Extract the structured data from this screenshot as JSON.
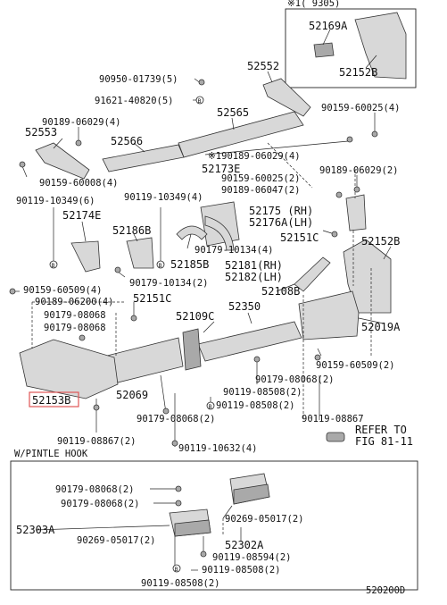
{
  "labels": {
    "p52169A": "52169A",
    "p52152B_top": "52152B",
    "p9305": "9305)",
    "p90950_01739": "90950-01739(5)",
    "p52552": "52552",
    "p91621_40820": "91621-40820(5)",
    "p90189_06029_4a": "90189-06029(4)",
    "p52565": "52565",
    "p90159_60025_4": "90159-60025(4)",
    "p52553": "52553",
    "p52566": "52566",
    "p90189_06029_4b": "※190189-06029(4)",
    "p52173E": "52173E",
    "p90189_06029_2": "90189-06029(2)",
    "p90159_60008": "90159-60008(4)",
    "p90159_60025_2": "90159-60025(2)",
    "p90189_06047": "90189-06047(2)",
    "p90119_10349_6": "90119-10349(6)",
    "p90119_10349_4": "90119-10349(4)",
    "p52174E": "52174E",
    "p52175": "52175 (RH)",
    "p52176A": "52176A(LH)",
    "p52186B": "52186B",
    "p52151C_a": "52151C",
    "p52152B_mid": "52152B",
    "p90179_10134_4": "90179-10134(4)",
    "p52185B": "52185B",
    "p52181": "52181(RH)",
    "p52182": "52182(LH)",
    "p90159_60509_4": "90159-60509(4)",
    "p90179_10134_2": "90179-10134(2)",
    "p52108B": "52108B",
    "p90189_06200": "90189-06200(4)",
    "p52151C_b": "52151C",
    "p90179_08068_a": "90179-08068",
    "p90179_08068_b": "90179-08068",
    "p52109C": "52109C",
    "p52350": "52350",
    "p52019A": "52019A",
    "p90159_60509_2": "90159-60509(2)",
    "p90179_08068_2a": "90179-08068(2)",
    "p52153B": "52153B",
    "p52069": "52069",
    "p90119_08508_2a": "90119-08508(2)",
    "p90119_08508_2b": "90119-08508(2)",
    "p90179_08068_2b": "90179-08068(2)",
    "p90119_08867_top": "90119-08867",
    "refer_to": "REFER TO",
    "fig": "FIG 81-11",
    "p90119_08867_2": "90119-08867(2)",
    "p90119_10632": "90119-10632(4)",
    "inset_title": "W/PINTLE HOOK",
    "p90179_08068_2c": "90179-08068(2)",
    "p90179_08068_2d": "90179-08068(2)",
    "p90269_05017_2a": "90269-05017(2)",
    "p52303A": "52303A",
    "p90269_05017_2b": "90269-05017(2)",
    "p52302A": "52302A",
    "p90119_08594": "90119-08594(2)",
    "p90119_08508_2c": "90119-08508(2)",
    "p90119_08508_2d": "90119-08508(2)",
    "diagram_code": "520200D",
    "top_note": "※1(      9305)"
  },
  "highlight": {
    "part": "52153B",
    "color": "#e05555"
  }
}
